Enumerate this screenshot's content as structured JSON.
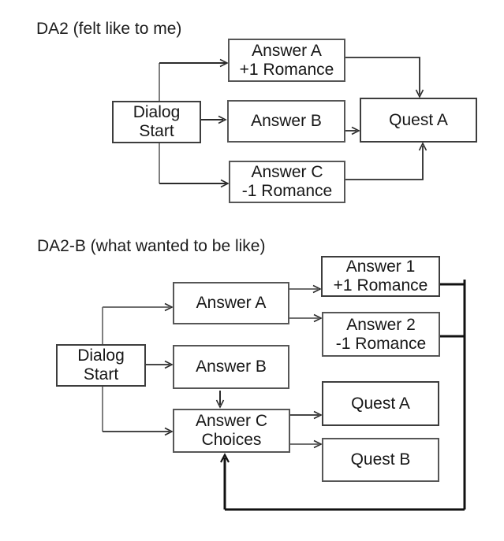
{
  "colors": {
    "background": "#ffffff",
    "text": "#1a1a1a",
    "box_border": "#565656",
    "line_black": "#2b2b2b",
    "line_gray": "#7f7f7f",
    "loop_line": "#111111"
  },
  "diagram1": {
    "title": "DA2 (felt like to me)",
    "boxes": {
      "dialog_start": {
        "label": "Dialog\nStart"
      },
      "answer_a": {
        "label": "Answer A\n+1 Romance"
      },
      "answer_b": {
        "label": "Answer B"
      },
      "answer_c": {
        "label": "Answer C\n-1 Romance"
      },
      "quest_a": {
        "label": "Quest A"
      }
    },
    "edges": [
      {
        "from": "dialog_start",
        "to": "answer_a"
      },
      {
        "from": "dialog_start",
        "to": "answer_b"
      },
      {
        "from": "dialog_start",
        "to": "answer_c"
      },
      {
        "from": "answer_a",
        "to": "quest_a"
      },
      {
        "from": "answer_b",
        "to": "quest_a"
      },
      {
        "from": "answer_c",
        "to": "quest_a"
      }
    ]
  },
  "diagram2": {
    "title": "DA2-B (what wanted to be like)",
    "boxes": {
      "dialog_start": {
        "label": "Dialog\nStart"
      },
      "answer_a": {
        "label": "Answer A"
      },
      "answer_b": {
        "label": "Answer B"
      },
      "answer_c": {
        "label": "Answer C\nChoices"
      },
      "answer_1": {
        "label": "Answer 1\n+1 Romance"
      },
      "answer_2": {
        "label": "Answer 2\n-1 Romance"
      },
      "quest_a": {
        "label": "Quest A"
      },
      "quest_b": {
        "label": "Quest B"
      }
    },
    "edges": [
      {
        "from": "dialog_start",
        "to": "answer_a"
      },
      {
        "from": "dialog_start",
        "to": "answer_b"
      },
      {
        "from": "dialog_start",
        "to": "answer_c"
      },
      {
        "from": "answer_a",
        "to": "answer_1"
      },
      {
        "from": "answer_a",
        "to": "answer_2"
      },
      {
        "from": "answer_b",
        "to": "answer_c"
      },
      {
        "from": "answer_c",
        "to": "quest_a"
      },
      {
        "from": "answer_c",
        "to": "quest_b"
      },
      {
        "from": "answer_1",
        "to": "answer_c",
        "type": "feedback-loop"
      },
      {
        "from": "answer_2",
        "to": "answer_c",
        "type": "feedback-loop"
      }
    ]
  }
}
